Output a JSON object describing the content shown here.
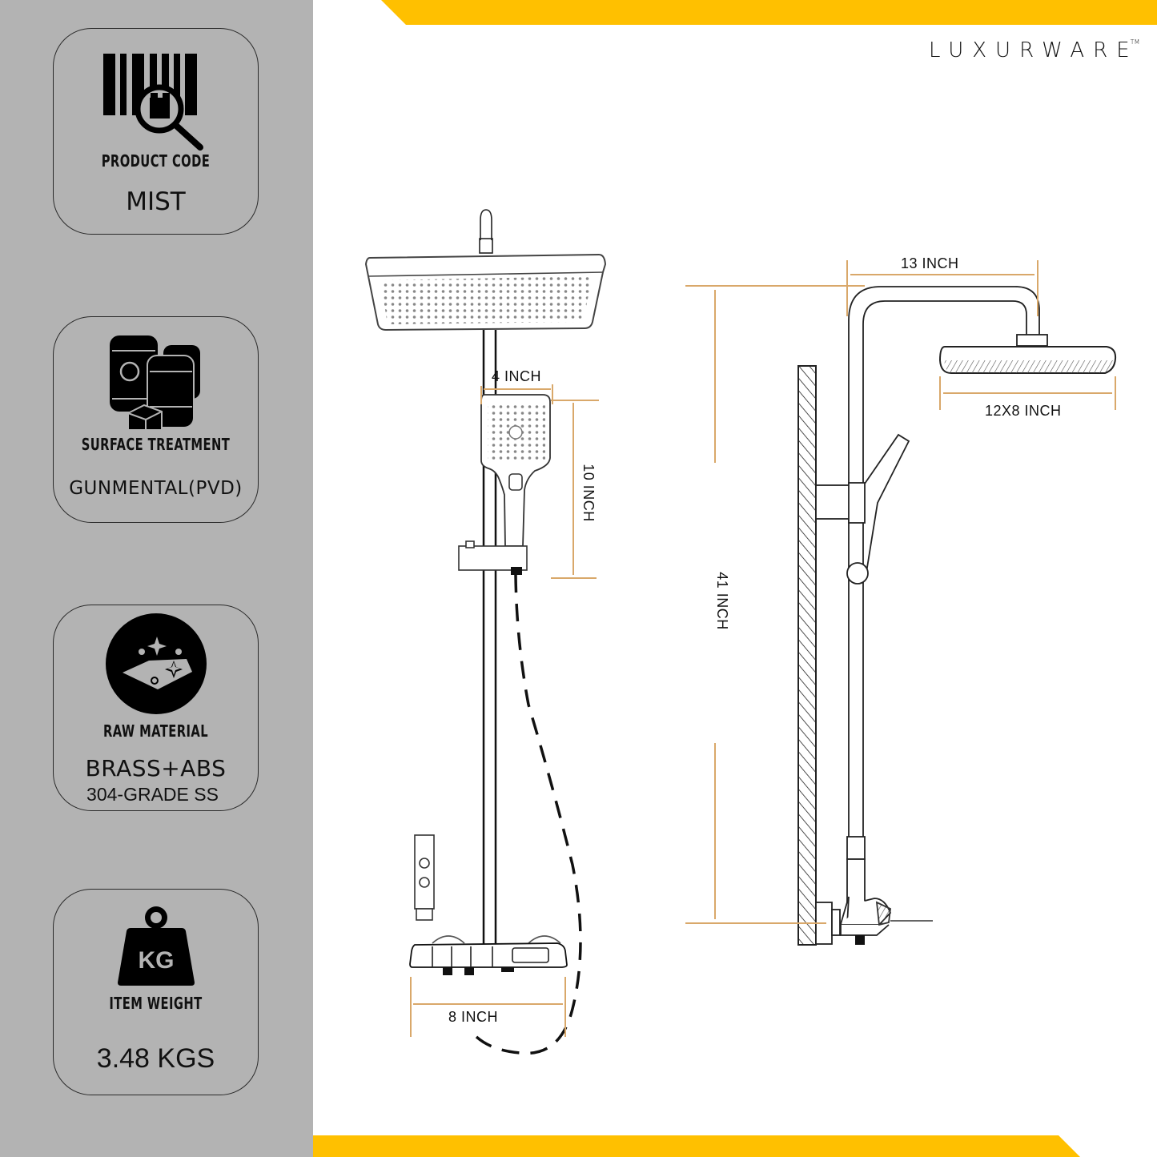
{
  "brand": {
    "name": "LUXURWARE",
    "trademark": "TM"
  },
  "colors": {
    "sidebar_bg": "#b3b3b3",
    "accent_bar": "#ffc000",
    "dimension_line": "#d9a86a",
    "ink": "#111111"
  },
  "spec_cards": [
    {
      "icon": "barcode-search-icon",
      "label": "PRODUCT CODE",
      "value": "MIST"
    },
    {
      "icon": "storage-drums-icon",
      "label": "SURFACE TREATMENT",
      "value": "GUNMENTAL(PVD)"
    },
    {
      "icon": "sparkle-material-icon",
      "label": "RAW MATERIAL",
      "value": "BRASS+ABS",
      "value2": "304-GRADE SS"
    },
    {
      "icon": "kg-weight-icon",
      "label": "ITEM WEIGHT",
      "value": "3.48 KGS",
      "icon_text": "KG"
    }
  ],
  "dimensions": {
    "front_view": {
      "hand_shower_width": "4 INCH",
      "hand_shower_height": "10 INCH",
      "mixer_width": "8 INCH"
    },
    "side_view": {
      "arm_reach": "13 INCH",
      "rain_head_size": "12X8 INCH",
      "total_height": "41 INCH"
    }
  }
}
